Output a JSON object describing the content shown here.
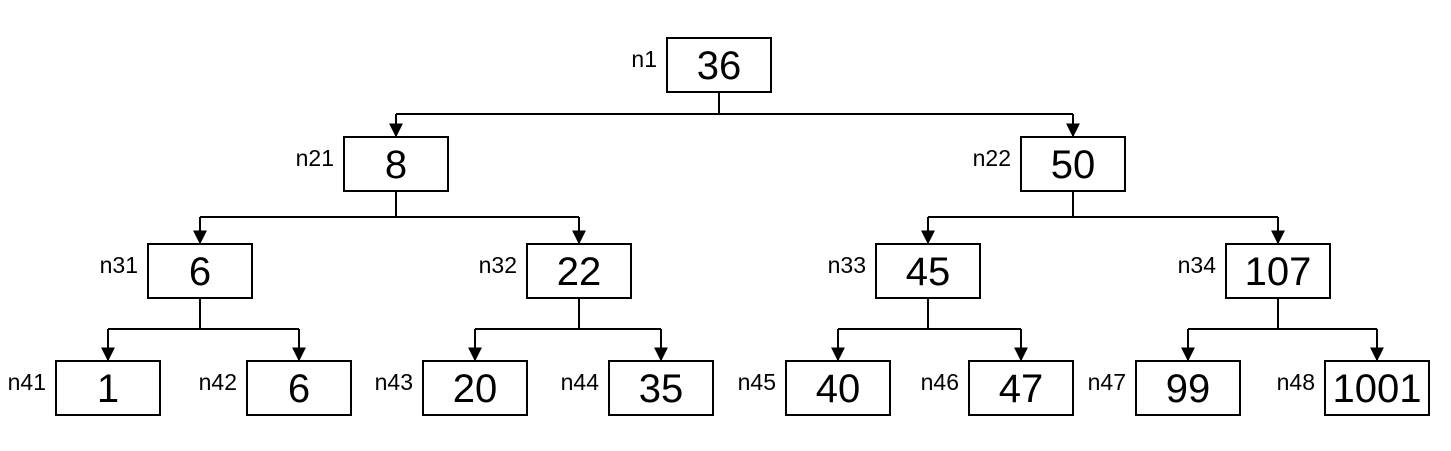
{
  "diagram": {
    "type": "binary-tree",
    "nodes": [
      {
        "id": "n1",
        "label": "n1",
        "value": "36"
      },
      {
        "id": "n21",
        "label": "n21",
        "value": "8"
      },
      {
        "id": "n22",
        "label": "n22",
        "value": "50"
      },
      {
        "id": "n31",
        "label": "n31",
        "value": "6"
      },
      {
        "id": "n32",
        "label": "n32",
        "value": "22"
      },
      {
        "id": "n33",
        "label": "n33",
        "value": "45"
      },
      {
        "id": "n34",
        "label": "n34",
        "value": "107"
      },
      {
        "id": "n41",
        "label": "n41",
        "value": "1"
      },
      {
        "id": "n42",
        "label": "n42",
        "value": "6"
      },
      {
        "id": "n43",
        "label": "n43",
        "value": "20"
      },
      {
        "id": "n44",
        "label": "n44",
        "value": "35"
      },
      {
        "id": "n45",
        "label": "n45",
        "value": "40"
      },
      {
        "id": "n46",
        "label": "n46",
        "value": "47"
      },
      {
        "id": "n47",
        "label": "n47",
        "value": "99"
      },
      {
        "id": "n48",
        "label": "n48",
        "value": "1001"
      }
    ],
    "edges": [
      {
        "from": "n1",
        "to": [
          "n21",
          "n22"
        ]
      },
      {
        "from": "n21",
        "to": [
          "n31",
          "n32"
        ]
      },
      {
        "from": "n22",
        "to": [
          "n33",
          "n34"
        ]
      },
      {
        "from": "n31",
        "to": [
          "n41",
          "n42"
        ]
      },
      {
        "from": "n32",
        "to": [
          "n43",
          "n44"
        ]
      },
      {
        "from": "n33",
        "to": [
          "n45",
          "n46"
        ]
      },
      {
        "from": "n34",
        "to": [
          "n47",
          "n48"
        ]
      }
    ]
  }
}
